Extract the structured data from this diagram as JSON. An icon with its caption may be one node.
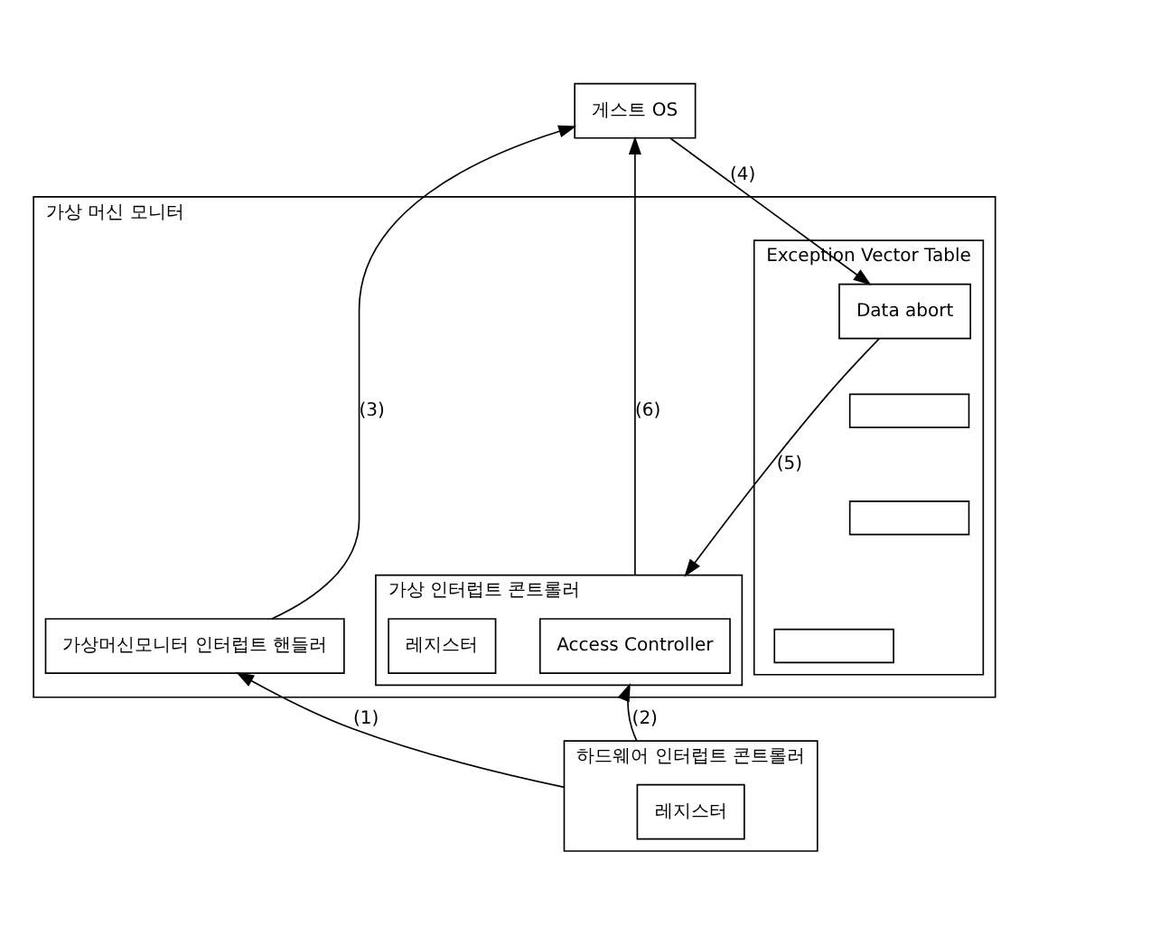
{
  "diagram": {
    "nodes": [
      {
        "text": [
          "게스트 OS"
        ]
      },
      {
        "text": [
          "가상 머신 모니터"
        ]
      },
      {
        "text": [
          "Exception Vector Table"
        ],
        "in": 1
      },
      {
        "text": [
          "Data abort"
        ],
        "in": 2
      },
      {
        "text": [],
        "shape": "box",
        "in": 2
      },
      {
        "text": [],
        "shape": "box",
        "in": 2
      },
      {
        "text": [],
        "shape": "box",
        "in": 2
      },
      {
        "text": [
          "가상 인터럽트 콘트롤러"
        ],
        "in": 1
      },
      {
        "text": [
          "Access Controller"
        ],
        "in": 7
      },
      {
        "text": [
          "레지스터"
        ],
        "in": 7
      },
      {
        "text": [
          "가상머신모니터 인터럽트 핸들러"
        ],
        "in": 1
      },
      {
        "text": [
          "하드웨어 인터럽트 콘트롤러"
        ]
      },
      {
        "text": [
          "레지스터"
        ],
        "in": 11
      }
    ],
    "edges": [
      {
        "from": 11,
        "to": 10,
        "arrow": "to",
        "label": "(1)"
      },
      {
        "from": 11,
        "to": 7,
        "arrow": "to",
        "label": "(2)"
      },
      {
        "from": 10,
        "to": 0,
        "arrow": "to",
        "label": "(3)"
      },
      {
        "from": 0,
        "to": 3,
        "arrow": "to",
        "label": "(4)"
      },
      {
        "from": 3,
        "to": 7,
        "arrow": "to",
        "label": "(5)"
      },
      {
        "from": 7,
        "to": 0,
        "arrow": "to",
        "label": "(6)"
      }
    ]
  }
}
